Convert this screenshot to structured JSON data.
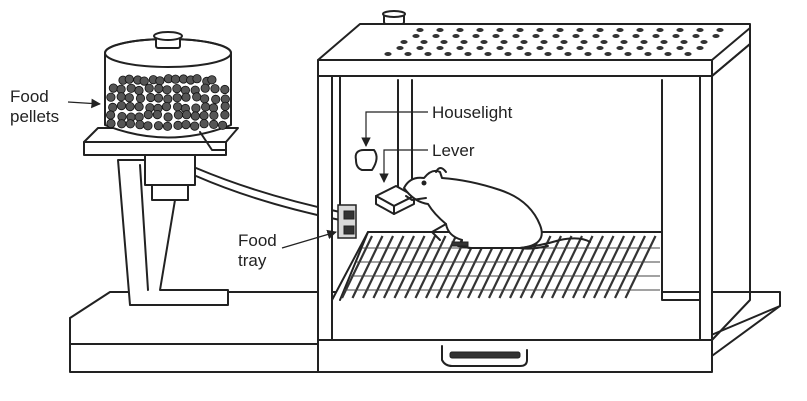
{
  "labels": {
    "food_pellets_line1": "Food",
    "food_pellets_line2": "pellets",
    "houselight": "Houselight",
    "lever": "Lever",
    "food_tray_line1": "Food",
    "food_tray_line2": "tray"
  }
}
